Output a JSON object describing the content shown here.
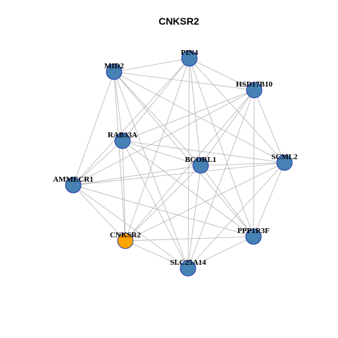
{
  "title": "CNKSR2",
  "colors": {
    "node": "#4682b4",
    "highlight": "#ffa500",
    "node_border": "#2a3ab0",
    "edge": "#b3b3b3"
  },
  "nodes": [
    {
      "id": "PIN4",
      "label": "PIN4",
      "highlight": false
    },
    {
      "id": "MID2",
      "label": "MID2",
      "highlight": false
    },
    {
      "id": "HSD17B10",
      "label": "HSD17B10",
      "highlight": false
    },
    {
      "id": "RAB33A",
      "label": "RAB33A",
      "highlight": false
    },
    {
      "id": "SCML2",
      "label": "SCML2",
      "highlight": false
    },
    {
      "id": "BCORL1",
      "label": "BCORL1",
      "highlight": false
    },
    {
      "id": "AMMECR1",
      "label": "AMMECR1",
      "highlight": false
    },
    {
      "id": "CNKSR2",
      "label": "CNKSR2",
      "highlight": true
    },
    {
      "id": "PPP1R3F",
      "label": "PPP1R3F",
      "highlight": false
    },
    {
      "id": "SLC25A14",
      "label": "SLC25A14",
      "highlight": false
    }
  ],
  "edges": [
    [
      "MID2",
      "PIN4"
    ],
    [
      "MID2",
      "HSD17B10"
    ],
    [
      "MID2",
      "RAB33A"
    ],
    [
      "MID2",
      "BCORL1"
    ],
    [
      "MID2",
      "SCML2"
    ],
    [
      "MID2",
      "AMMECR1"
    ],
    [
      "MID2",
      "CNKSR2"
    ],
    [
      "MID2",
      "PPP1R3F"
    ],
    [
      "MID2",
      "SLC25A14"
    ],
    [
      "PIN4",
      "HSD17B10"
    ],
    [
      "PIN4",
      "RAB33A"
    ],
    [
      "PIN4",
      "BCORL1"
    ],
    [
      "PIN4",
      "SCML2"
    ],
    [
      "PIN4",
      "CNKSR2"
    ],
    [
      "PIN4",
      "SLC25A14"
    ],
    [
      "PIN4",
      "PPP1R3F"
    ],
    [
      "PIN4",
      "AMMECR1"
    ],
    [
      "HSD17B10",
      "RAB33A"
    ],
    [
      "HSD17B10",
      "BCORL1"
    ],
    [
      "HSD17B10",
      "SCML2"
    ],
    [
      "HSD17B10",
      "CNKSR2"
    ],
    [
      "HSD17B10",
      "SLC25A14"
    ],
    [
      "HSD17B10",
      "PPP1R3F"
    ],
    [
      "HSD17B10",
      "AMMECR1"
    ],
    [
      "RAB33A",
      "BCORL1"
    ],
    [
      "RAB33A",
      "SCML2"
    ],
    [
      "RAB33A",
      "CNKSR2"
    ],
    [
      "RAB33A",
      "SLC25A14"
    ],
    [
      "RAB33A",
      "PPP1R3F"
    ],
    [
      "RAB33A",
      "AMMECR1"
    ],
    [
      "BCORL1",
      "SCML2"
    ],
    [
      "BCORL1",
      "CNKSR2"
    ],
    [
      "BCORL1",
      "SLC25A14"
    ],
    [
      "BCORL1",
      "PPP1R3F"
    ],
    [
      "BCORL1",
      "AMMECR1"
    ],
    [
      "SCML2",
      "AMMECR1"
    ],
    [
      "SCML2",
      "CNKSR2"
    ],
    [
      "SCML2",
      "SLC25A14"
    ],
    [
      "SCML2",
      "PPP1R3F"
    ],
    [
      "AMMECR1",
      "CNKSR2"
    ],
    [
      "AMMECR1",
      "SLC25A14"
    ],
    [
      "AMMECR1",
      "PPP1R3F"
    ],
    [
      "CNKSR2",
      "SLC25A14"
    ],
    [
      "CNKSR2",
      "PPP1R3F"
    ],
    [
      "SLC25A14",
      "PPP1R3F"
    ]
  ]
}
